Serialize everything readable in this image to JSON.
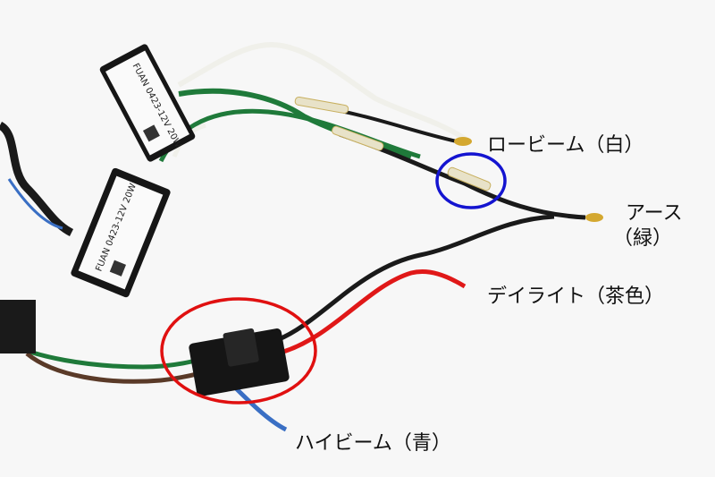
{
  "labels": {
    "low_beam": "ロービーム（白）",
    "ground_1": "アース",
    "ground_2": "（緑）",
    "daylight": "デイライト（茶色）",
    "high_beam": "ハイビーム（青）"
  },
  "module_text": "FUAN 0423-12V 20W",
  "colors": {
    "highlight_blue": "#1414d0",
    "highlight_red": "#e01010",
    "wire_green": "#1f7a3a",
    "wire_white": "#f4f4ee",
    "wire_red": "#e01818",
    "wire_blue": "#3a6fc4",
    "wire_brown": "#5a3a28"
  }
}
